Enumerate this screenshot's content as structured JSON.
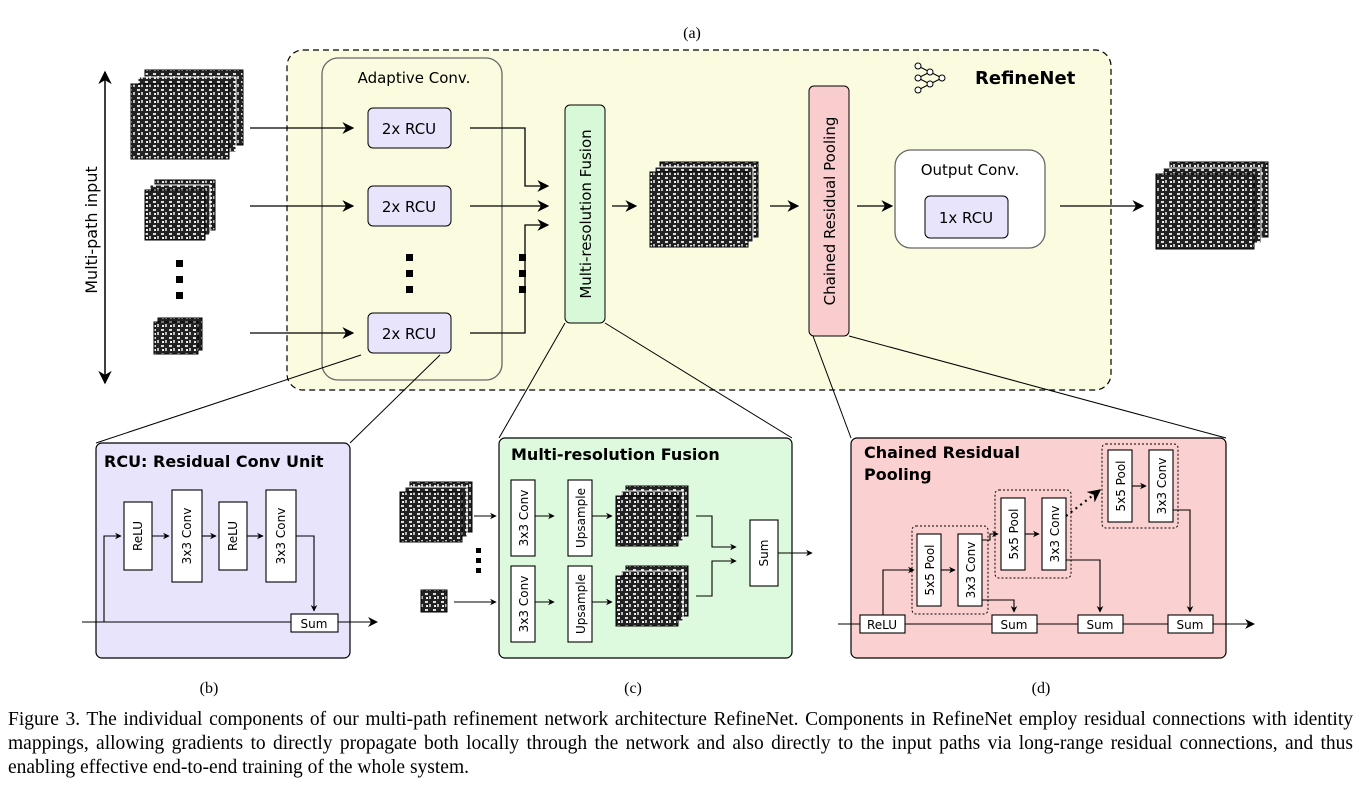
{
  "labels": {
    "a": "(a)",
    "b": "(b)",
    "c": "(c)",
    "d": "(d)"
  },
  "refinenet": {
    "title": "RefineNet",
    "input_label": "Multi-path input",
    "adaptive_conv": "Adaptive Conv.",
    "rcu_block": "2x RCU",
    "mrf": "Multi-resolution Fusion",
    "crp": "Chained Residual Pooling",
    "output_conv": "Output Conv.",
    "output_rcu": "1x RCU"
  },
  "rcu_panel": {
    "title": "RCU: Residual Conv Unit",
    "relu": "ReLU",
    "conv": "3x3 Conv",
    "sum": "Sum"
  },
  "mrf_panel": {
    "title": "Multi-resolution Fusion",
    "conv": "3x3 Conv",
    "upsample": "Upsample",
    "sum": "Sum"
  },
  "crp_panel": {
    "title_line1": "Chained Residual",
    "title_line2": "Pooling",
    "relu": "ReLU",
    "pool": "5x5 Pool",
    "conv": "3x3 Conv",
    "sum": "Sum"
  },
  "caption": {
    "text": "Figure 3. The individual components of our multi-path refinement network architecture RefineNet. Components in RefineNet employ residual connections with identity mappings, allowing gradients to directly propagate both locally through the network and also directly to the input paths via long-range residual connections, and thus enabling effective end-to-end training of the whole system."
  }
}
